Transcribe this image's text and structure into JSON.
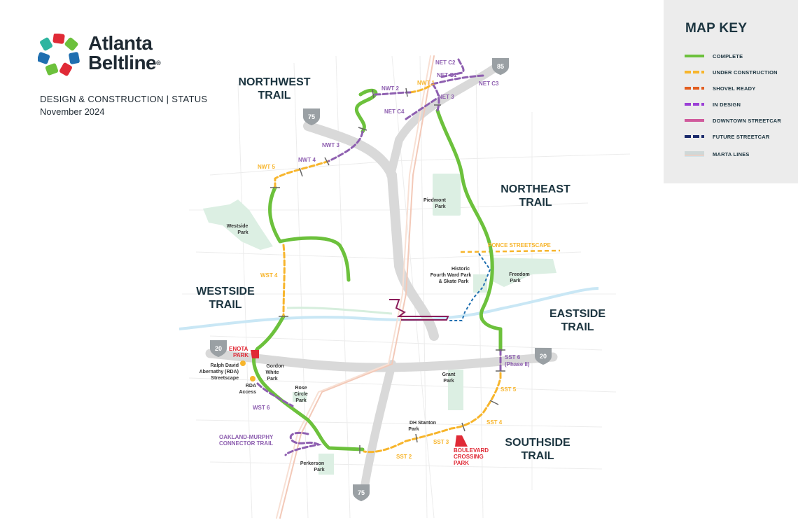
{
  "brand": {
    "name_line1": "Atlanta",
    "name_line2": "Beltline",
    "registered": "®",
    "subtitle": "DESIGN & CONSTRUCTION | STATUS",
    "date": "November 2024"
  },
  "colors": {
    "complete": "#6cc13c",
    "under_construction": "#f7b52c",
    "shovel_ready": "#e35d1f",
    "in_design": "#8e5fb0",
    "downtown_streetcar": "#8b1d5b",
    "future_streetcar": "#1f6fb0",
    "marta": "#d9d9d9",
    "park": "#dcefe3",
    "water": "#c9e7f5",
    "trail_title": "#1c3540",
    "park_highlight": "#e02a36"
  },
  "key": {
    "title": "MAP KEY",
    "items": [
      {
        "label": "COMPLETE",
        "color": "#6cc13c",
        "style": "solid"
      },
      {
        "label": "UNDER CONSTRUCTION",
        "color": "#f7b52c",
        "style": "dashed"
      },
      {
        "label": "SHOVEL READY",
        "color": "#e35d1f",
        "style": "dashed"
      },
      {
        "label": "IN DESIGN",
        "color": "#9b3fd6",
        "style": "dashed"
      },
      {
        "label": "DOWNTOWN STREETCAR",
        "color": "#d05a9c",
        "style": "solid"
      },
      {
        "label": "FUTURE STREETCAR",
        "color": "#1a2a6b",
        "style": "dashed"
      },
      {
        "label": "MARTA LINES",
        "color": "#cfd8d8",
        "style": "marta"
      }
    ]
  },
  "trails": {
    "northwest_1": "NORTHWEST",
    "northwest_2": "TRAIL",
    "northeast_1": "NORTHEAST",
    "northeast_2": "TRAIL",
    "westside_1": "WESTSIDE",
    "westside_2": "TRAIL",
    "eastside_1": "EASTSIDE",
    "eastside_2": "TRAIL",
    "southside_1": "SOUTHSIDE",
    "southside_2": "TRAIL"
  },
  "segments": {
    "net_c2": "NET C2",
    "net_c1": "NET C1",
    "net_c3": "NET C3",
    "net_3": "NET 3",
    "net_c4": "NET C4",
    "nwt_1": "NWT 1",
    "nwt_2": "NWT 2",
    "nwt_3": "NWT 3",
    "nwt_4": "NWT 4",
    "nwt_5": "NWT 5",
    "wst_4": "WST 4",
    "wst_6": "WST 6",
    "sst_6": "SST 6",
    "sst_6_phase": "(Phase II)",
    "sst_5": "SST 5",
    "sst_4": "SST 4",
    "sst_3": "SST 3",
    "sst_2": "SST 2",
    "ponce": "PONCE STREETSCAPE"
  },
  "places": {
    "piedmont_1": "Piedmont",
    "piedmont_2": "Park",
    "westside_park_1": "Westside",
    "westside_park_2": "Park",
    "fourth_ward_1": "Historic",
    "fourth_ward_2": "Fourth Ward Park",
    "fourth_ward_3": "& Skate Park",
    "freedom_1": "Freedom",
    "freedom_2": "Park",
    "enota_1": "ENOTA",
    "enota_2": "PARK",
    "rda_street_1": "Ralph David",
    "rda_street_2": "Abernathy (RDA)",
    "rda_street_3": "Streetscape",
    "rda_access_1": "RDA",
    "rda_access_2": "Access",
    "gordon_1": "Gordon",
    "gordon_2": "White",
    "gordon_3": "Park",
    "rose_1": "Rose",
    "rose_2": "Circle",
    "rose_3": "Park",
    "grant_1": "Grant",
    "grant_2": "Park",
    "dh_1": "DH Stanton",
    "dh_2": "Park",
    "oakland_1": "OAKLAND-MURPHY",
    "oakland_2": "CONNECTOR TRAIL",
    "perkerson_1": "Perkerson",
    "perkerson_2": "Park",
    "boulevard_1": "BOULEVARD",
    "boulevard_2": "CROSSING",
    "boulevard_3": "PARK"
  },
  "shields": {
    "i85": "85",
    "i75_north": "75",
    "i20_west": "20",
    "i20_east": "20",
    "i75_south": "75"
  }
}
